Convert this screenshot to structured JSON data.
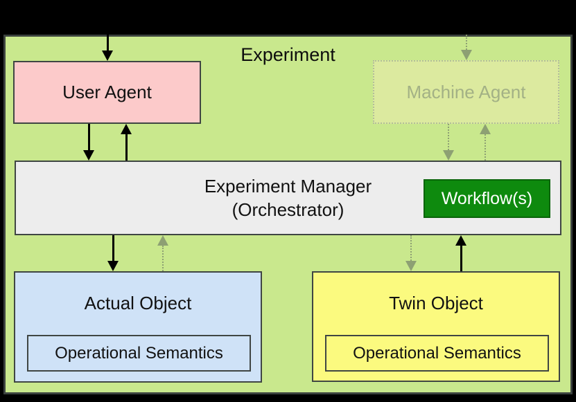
{
  "diagram": {
    "title": "Experiment",
    "nodes": {
      "user_agent": {
        "label": "User Agent",
        "fill": "#fccaca",
        "muted": false
      },
      "machine_agent": {
        "label": "Machine Agent",
        "fill": "#dcea9f",
        "muted": true
      },
      "experiment_manager": {
        "label_line1": "Experiment Manager",
        "label_line2": "(Orchestrator)",
        "fill": "#ededed"
      },
      "workflow": {
        "label": "Workflow(s)",
        "fill": "#0e8a0e",
        "text_color": "#ffffff"
      },
      "actual_object": {
        "label": "Actual Object",
        "sub_component": "Operational Semantics",
        "fill": "#cfe2f7"
      },
      "twin_object": {
        "label": "Twin Object",
        "sub_component": "Operational Semantics",
        "fill": "#fbfa7f"
      }
    },
    "edges": [
      {
        "from": "external_top",
        "to": "user_agent",
        "style": "solid",
        "direction": "down"
      },
      {
        "from": "user_agent",
        "to": "experiment_manager",
        "style": "solid",
        "direction": "down"
      },
      {
        "from": "experiment_manager",
        "to": "user_agent",
        "style": "solid",
        "direction": "up"
      },
      {
        "from": "external_top",
        "to": "machine_agent",
        "style": "dotted",
        "direction": "down"
      },
      {
        "from": "machine_agent",
        "to": "experiment_manager",
        "style": "dotted",
        "direction": "down"
      },
      {
        "from": "experiment_manager",
        "to": "machine_agent",
        "style": "dotted",
        "direction": "up"
      },
      {
        "from": "experiment_manager",
        "to": "actual_object",
        "style": "solid",
        "direction": "down"
      },
      {
        "from": "actual_object",
        "to": "experiment_manager",
        "style": "dotted",
        "direction": "up"
      },
      {
        "from": "experiment_manager",
        "to": "twin_object",
        "style": "dotted",
        "direction": "down"
      },
      {
        "from": "twin_object",
        "to": "experiment_manager",
        "style": "solid",
        "direction": "up"
      }
    ],
    "colors": {
      "outer_background": "#000000",
      "canvas_fill": "#c9e88d",
      "canvas_border": "#3c423f",
      "box_border": "#3f4543",
      "muted_edge": "#8da073"
    }
  }
}
